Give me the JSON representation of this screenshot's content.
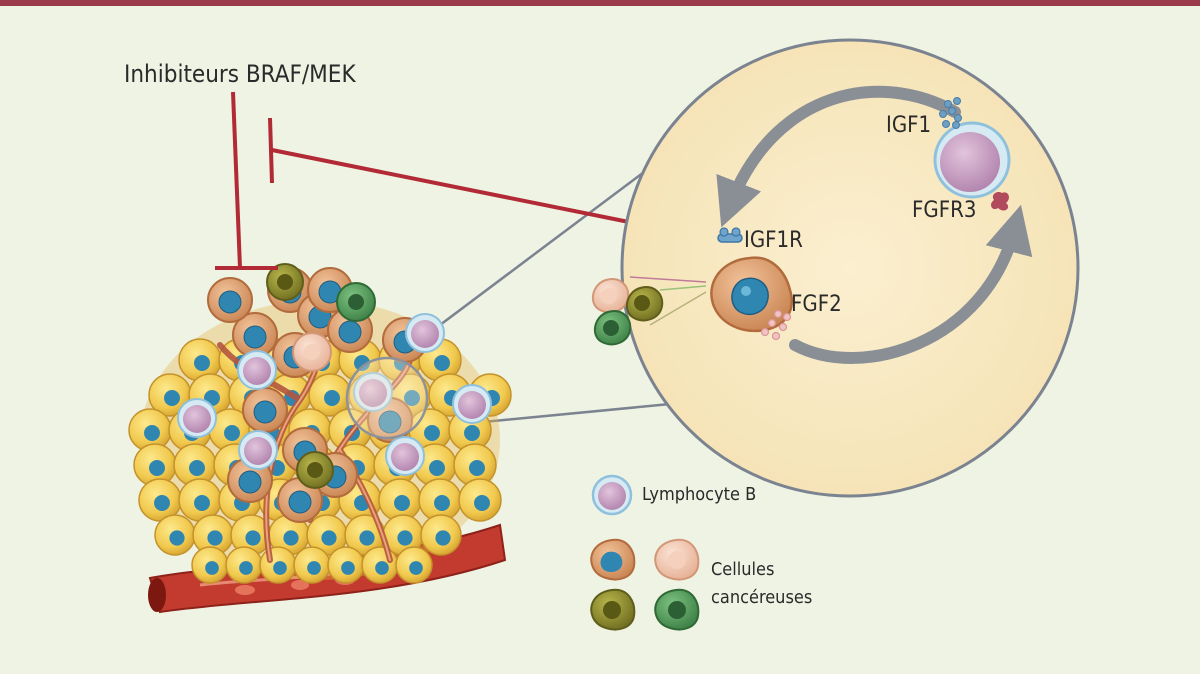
{
  "title_label": "Inhibiteurs BRAF/MEK",
  "molecules": {
    "igf1": "IGF1",
    "fgfr3": "FGFR3",
    "igf1r": "IGF1R",
    "fgf2": "FGF2"
  },
  "legend": {
    "lymphocyte": "Lymphocyte B",
    "cancer_line1": "Cellules",
    "cancer_line2": "cancéreuses"
  },
  "colors": {
    "inhibitor_red": "#b22a35",
    "background": "#eef3e4",
    "zoom_circle_fill": "#f8e8bf",
    "arrow_gray": "#8a8f96",
    "lymphocyte_purple": "#c79dc2",
    "cancer_orange": "#d99a6a",
    "cancer_peach": "#efc1a8",
    "cancer_olive": "#8c8a2e",
    "cancer_green": "#4e9a57",
    "nucleus_blue": "#2f86b0",
    "yellow_cell": "#f1c94e"
  }
}
